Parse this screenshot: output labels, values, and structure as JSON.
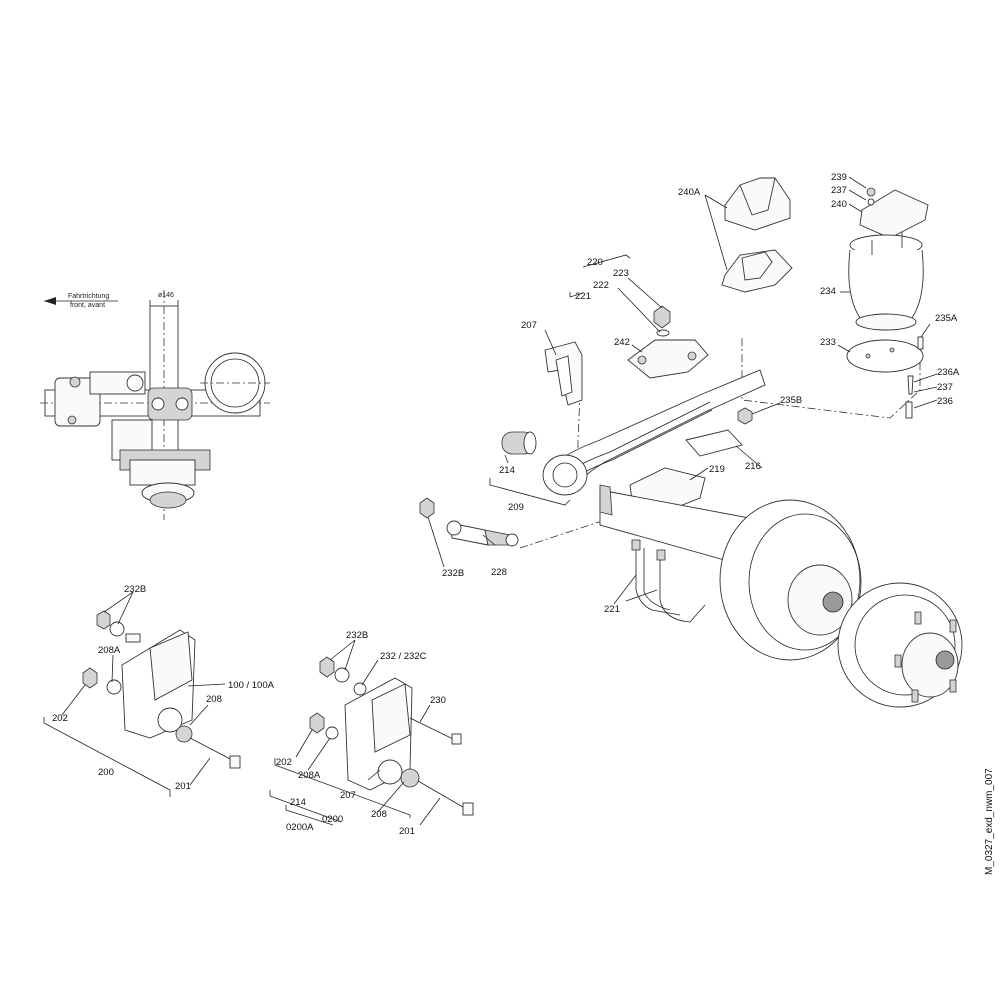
{
  "drawing_id": "M_0327_exd_nwm_007",
  "top_view": {
    "direction_line1": "Fahrtrichtung",
    "direction_line2": "front, avant",
    "diameter": "ø146"
  },
  "labels": {
    "p240A": "240A",
    "p239": "239",
    "p237a": "237",
    "p240": "240",
    "p220": "220",
    "p223": "223",
    "p222": "222",
    "p221a": "221",
    "p234": "234",
    "p235A": "235A",
    "p207a": "207",
    "p242": "242",
    "p233": "233",
    "p236A": "236A",
    "p237b": "237",
    "p236": "236",
    "p235B": "235B",
    "p216": "216",
    "p214a": "214",
    "p219": "219",
    "p209": "209",
    "p232Ba": "232B",
    "p228": "228",
    "p221b": "221",
    "p232Bb": "232B",
    "p208Aa": "208A",
    "p100": "100 / 100A",
    "p208a": "208",
    "p202a": "202",
    "p200": "200",
    "p201a": "201",
    "p232Bc": "232B",
    "p232C": "232 / 232C",
    "p230": "230",
    "p202b": "202",
    "p208Ab": "208A",
    "p207b": "207",
    "p214b": "214",
    "p0200": "0200",
    "p0200A": "0200A",
    "p208b": "208",
    "p201b": "201"
  }
}
